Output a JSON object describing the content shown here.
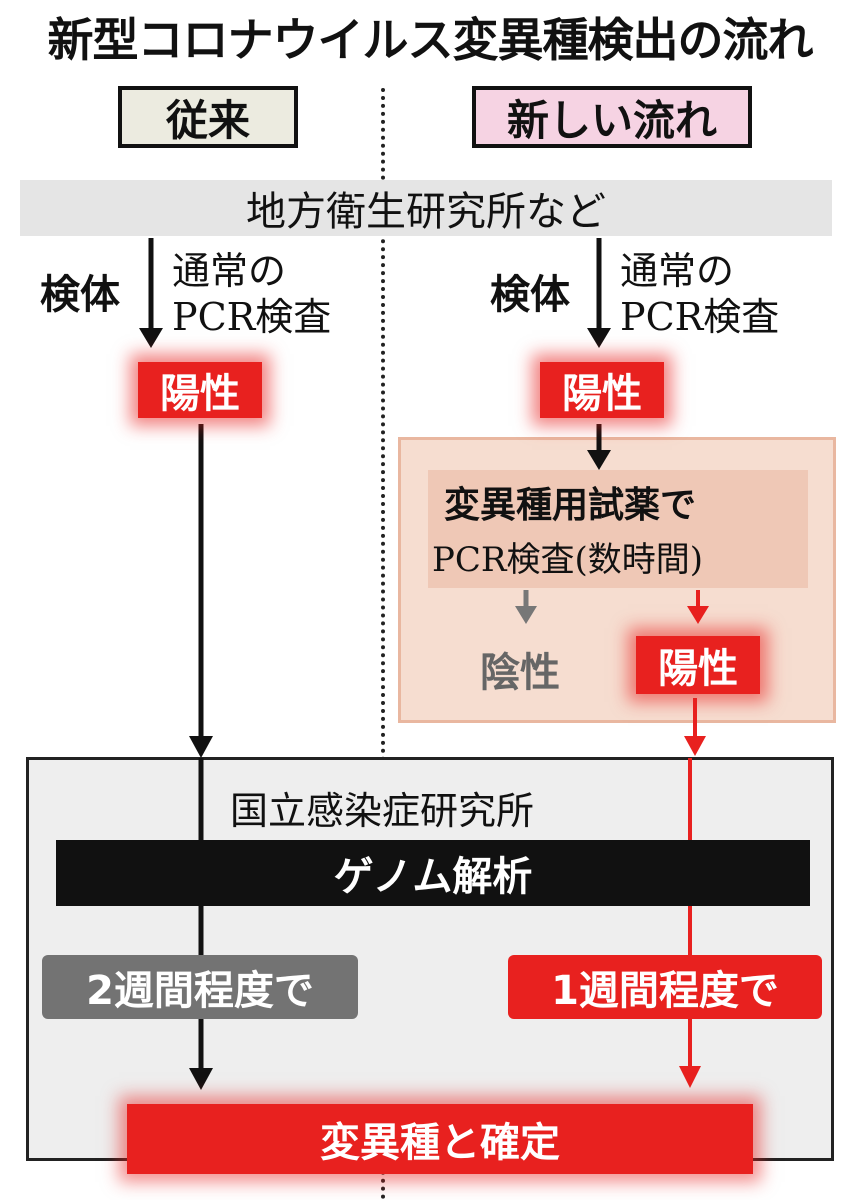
{
  "title": "新型コロナウイルス変異種検出の流れ",
  "columns": {
    "old": "従来",
    "new": "新しい流れ"
  },
  "lab": "地方衛生研究所など",
  "sample": "検体",
  "routine_pcr_line1": "通常の",
  "routine_pcr_line2": "PCR検査",
  "positive": "陽性",
  "negative": "陰性",
  "reagent_line1": "変異種用試薬で",
  "reagent_line2": "PCR検査(数時間)",
  "niid": "国立感染症研究所",
  "genome": "ゲノム解析",
  "duration_old": "2週間程度で",
  "duration_new": "1週間程度で",
  "result": "変異種と確定",
  "colors": {
    "red": "#e8211f",
    "gray": "#737373",
    "black": "#111111",
    "reagent_bg": "#f6ddd0"
  }
}
